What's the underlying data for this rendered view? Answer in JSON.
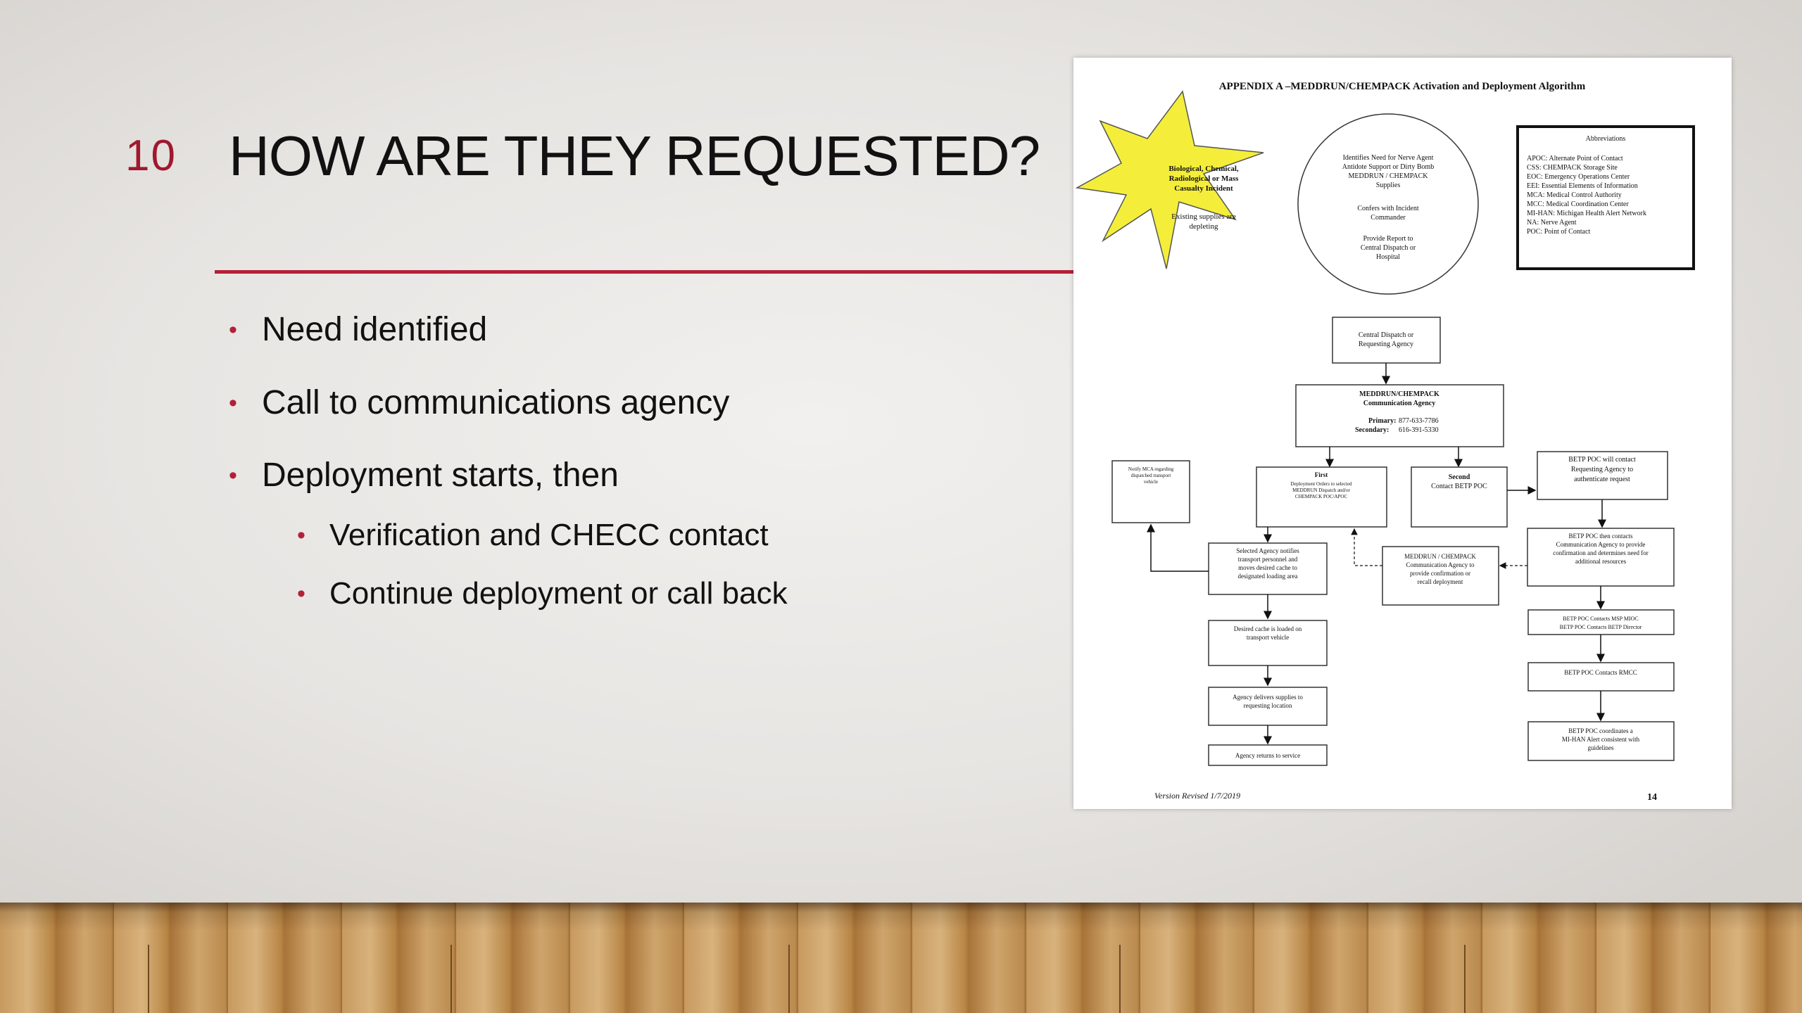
{
  "slide": {
    "number": "10",
    "title": "HOW ARE THEY REQUESTED?",
    "bullets": [
      {
        "level": 1,
        "text": "Need identified"
      },
      {
        "level": 1,
        "text": "Call to communications agency"
      },
      {
        "level": 1,
        "text": "Deployment starts, then"
      },
      {
        "level": 2,
        "text": "Verification and CHECC contact"
      },
      {
        "level": 2,
        "text": "Continue deployment or call back"
      }
    ],
    "colors": {
      "accent": "#b32038",
      "text": "#111111"
    }
  },
  "document": {
    "heading": "APPENDIX A –MEDDRUN/CHEMPACK Activation and Deployment Algorithm",
    "starburst": {
      "line1": "Biological, Chemical,",
      "line2": "Radiological or Mass",
      "line3": "Casualty Incident",
      "line4": "Existing supplies are",
      "line5": "depleting"
    },
    "circle": {
      "l1": "Identifies Need for Nerve Agent",
      "l2": "Antidote Support or Dirty Bomb",
      "l3": "MEDDRUN / CHEMPACK",
      "l4": "Supplies",
      "l5": "Confers with Incident",
      "l6": "Commander",
      "l7": "Provide Report to",
      "l8": "Central Dispatch or",
      "l9": "Hospital"
    },
    "abbreviations": {
      "title": "Abbreviations",
      "items": [
        "APOC: Alternate Point of Contact",
        "CSS: CHEMPACK Storage Site",
        "EOC: Emergency Operations Center",
        "EEI: Essential Elements of Information",
        "MCA: Medical Control Authority",
        "MCC: Medical Coordination Center",
        "MI-HAN: Michigan Health Alert Network",
        "NA: Nerve Agent",
        "POC: Point of Contact"
      ]
    },
    "boxes": {
      "dispatch_1": "Central Dispatch or",
      "dispatch_2": "Requesting Agency",
      "comm_1": "MEDDRUN/CHEMPACK",
      "comm_2": "Communication Agency",
      "comm_primary_label": "Primary:",
      "comm_primary": "877-633-7786",
      "comm_secondary_label": "Secondary:",
      "comm_secondary": "616-391-5330",
      "notify_1": "Notify MCA regarding",
      "notify_2": "dispatched transport",
      "notify_3": "vehicle",
      "first_title": "First",
      "first_1": "Deployment Orders to    selected",
      "first_2": "MEDDRUN Dispatch and/or",
      "first_3": "CHEMPACK POC/APOC",
      "second_title": "Second",
      "second_1": "Contact BETP POC",
      "betp_contact_1": "BETP POC will contact",
      "betp_contact_2": "Requesting Agency to",
      "betp_contact_3": "authenticate request",
      "selected_1": "Selected Agency notifies",
      "selected_2": "transport personnel and",
      "selected_3": "moves desired cache to",
      "selected_4": "designated loading area",
      "recall_1": "MEDDRUN / CHEMPACK",
      "recall_2": "Communication Agency to",
      "recall_3": "provide confirmation or",
      "recall_4": "recall deployment",
      "betp_then_1": "BETP POC then contacts",
      "betp_then_2": "Communication Agency to provide",
      "betp_then_3": "confirmation and determines need for",
      "betp_then_4": "additional resources",
      "loaded_1": "Desired cache is loaded on",
      "loaded_2": "transport vehicle",
      "msp_1": "BETP POC Contacts MSP MIOC",
      "msp_2": "BETP POC Contacts BETP Director",
      "rmcc": "BETP POC Contacts RMCC",
      "delivers_1": "Agency delivers supplies to",
      "delivers_2": "requesting location",
      "mihan_1": "BETP POC coordinates a",
      "mihan_2": "MI-HAN Alert consistent with",
      "mihan_3": "guidelines",
      "returns": "Agency returns to service"
    },
    "footer_version": "Version Revised 1/7/2019",
    "page_number": "14"
  }
}
